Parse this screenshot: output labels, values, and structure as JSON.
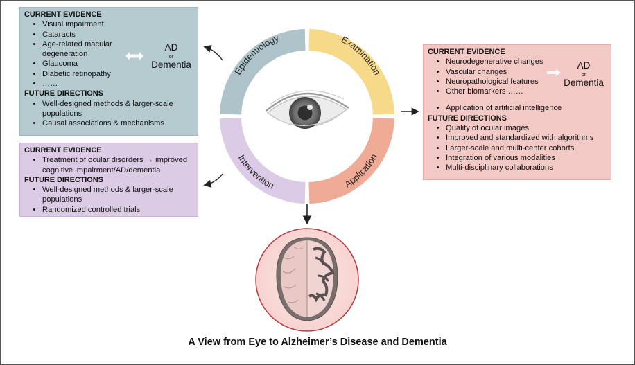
{
  "epidemiology_box": {
    "current_heading": "CURRENT EVIDENCE",
    "current_items": [
      "Visual impairment",
      "Cataracts",
      "Age-related macular degeneration",
      "Glaucoma",
      "Diabetic retinopathy",
      "……"
    ],
    "future_heading": "FUTURE DIRECTIONS",
    "future_items": [
      "Well-designed methods & larger-scale populations",
      "Causal associations & mechanisms"
    ],
    "ad_label": "AD",
    "or_label": "or",
    "dementia_label": "Dementia"
  },
  "intervention_box": {
    "current_heading": "CURRENT EVIDENCE",
    "current_items": [
      "Treatment of ocular disorders → improved cognitive impairment/AD/dementia"
    ],
    "future_heading": "FUTURE DIRECTIONS",
    "future_items": [
      "Well-designed methods & larger-scale populations",
      "Randomized controlled trials"
    ]
  },
  "application_box": {
    "current_heading": "CURRENT EVIDENCE",
    "current_items": [
      "Neurodegenerative changes",
      "Vascular changes",
      "Neuropathological features",
      "Other biomarkers ……"
    ],
    "extra_item": "Application of artificial intelligence",
    "future_heading": "FUTURE DIRECTIONS",
    "future_items": [
      "Quality of ocular images",
      "Improved and standardized with algorithms",
      "Larger-scale and multi-center cohorts",
      "Integration of various modalities",
      "Multi-disciplinary collaborations"
    ],
    "ad_label": "AD",
    "or_label": "or",
    "dementia_label": "Dementia"
  },
  "ring": {
    "epidemiology": "Epidemiology",
    "examination": "Examination",
    "intervention": "Intervention",
    "application": "Application",
    "colors": {
      "epidemiology": "#aec4ca",
      "examination": "#f7d98a",
      "intervention": "#dccbe6",
      "application": "#f0ab96"
    }
  },
  "title": "A View from Eye to Alzheimer’s Disease and Dementia"
}
